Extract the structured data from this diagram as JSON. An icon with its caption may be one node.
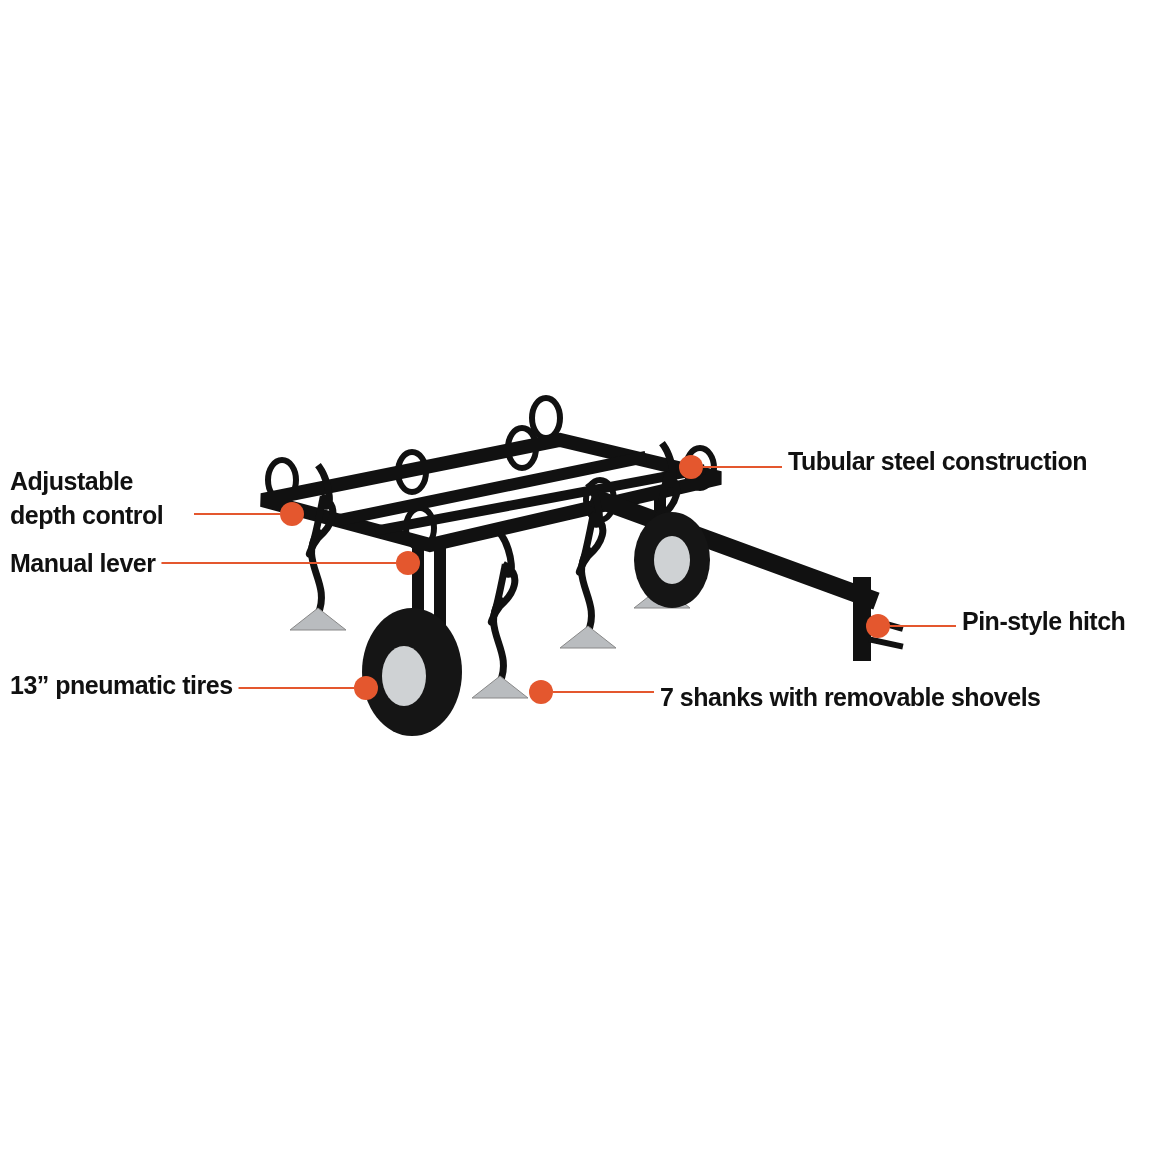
{
  "diagram": {
    "nodes": [
      {
        "text": [
          "Adjustable depth control"
        ]
      },
      {
        "text": [
          "Manual lever"
        ]
      },
      {
        "text": [
          "13” pneumatic tires"
        ]
      },
      {
        "text": [
          "Tubular steel construction"
        ]
      },
      {
        "text": [
          "Pin-style hitch"
        ]
      },
      {
        "text": [
          "7 shanks with removable shovels"
        ]
      },
      {
        "text": [],
        "shape": "circle"
      },
      {
        "text": [],
        "shape": "circle"
      },
      {
        "text": [],
        "shape": "circle"
      },
      {
        "text": [],
        "shape": "circle"
      },
      {
        "text": [],
        "shape": "circle"
      },
      {
        "text": [],
        "shape": "circle"
      }
    ],
    "edges": [
      {
        "from": 0,
        "to": 6,
        "arrow": "none"
      },
      {
        "from": 1,
        "to": 7,
        "arrow": "none"
      },
      {
        "from": 2,
        "to": 8,
        "arrow": "none"
      },
      {
        "from": 3,
        "to": 9,
        "arrow": "none"
      },
      {
        "from": 4,
        "to": 10,
        "arrow": "none"
      },
      {
        "from": 5,
        "to": 11,
        "arrow": "none"
      }
    ]
  }
}
